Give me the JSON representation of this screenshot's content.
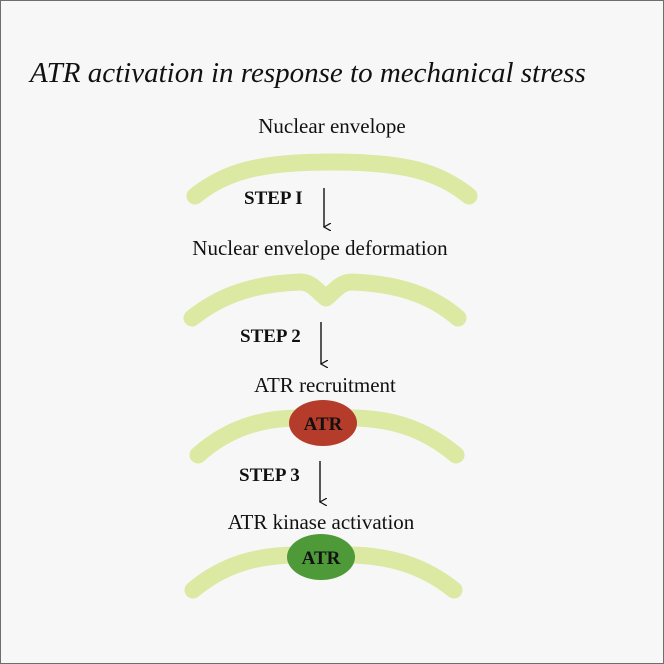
{
  "title": "ATR activation in response to mechanical stress",
  "stages": {
    "s1": "Nuclear envelope",
    "s2": "Nuclear envelope deformation",
    "s3": "ATR recruitment",
    "s4": "ATR kinase activation"
  },
  "steps": {
    "step1": "STEP I",
    "step2": "STEP 2",
    "step3": "STEP 3"
  },
  "proteins": {
    "recruited": "ATR",
    "activated": "ATR"
  },
  "colors": {
    "envelope": "#dbe9a3",
    "atr_recruited": "#b53b2a",
    "atr_active": "#4e9a38"
  }
}
